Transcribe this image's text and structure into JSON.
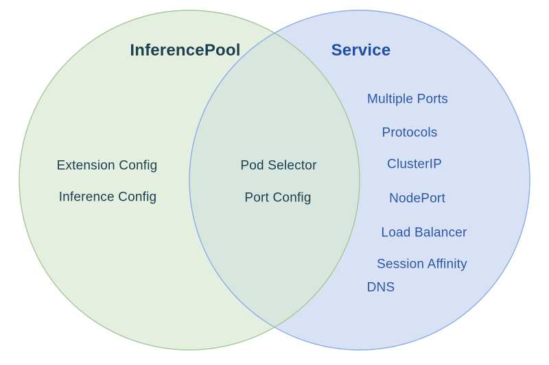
{
  "diagram": {
    "type": "venn",
    "left_circle": {
      "title": "InferencePool",
      "items": [
        "Extension Config",
        "Inference Config"
      ]
    },
    "overlap": {
      "items": [
        "Pod Selector",
        "Port Config"
      ]
    },
    "right_circle": {
      "title": "Service",
      "items": [
        "Multiple Ports",
        "Protocols",
        "ClusterIP",
        "NodePort",
        "Load Balancer",
        "Session Affinity",
        "DNS"
      ]
    }
  },
  "colors": {
    "left_fill": "#e5efe0",
    "left_stroke": "#a3c897",
    "left_text": "#1b4050",
    "right_fill": "#d9e2f4",
    "right_stroke": "#8aace8",
    "right_title": "#1d4fa5",
    "right_text": "#2a57a9",
    "overlap_fill": "#d9e6dd"
  }
}
